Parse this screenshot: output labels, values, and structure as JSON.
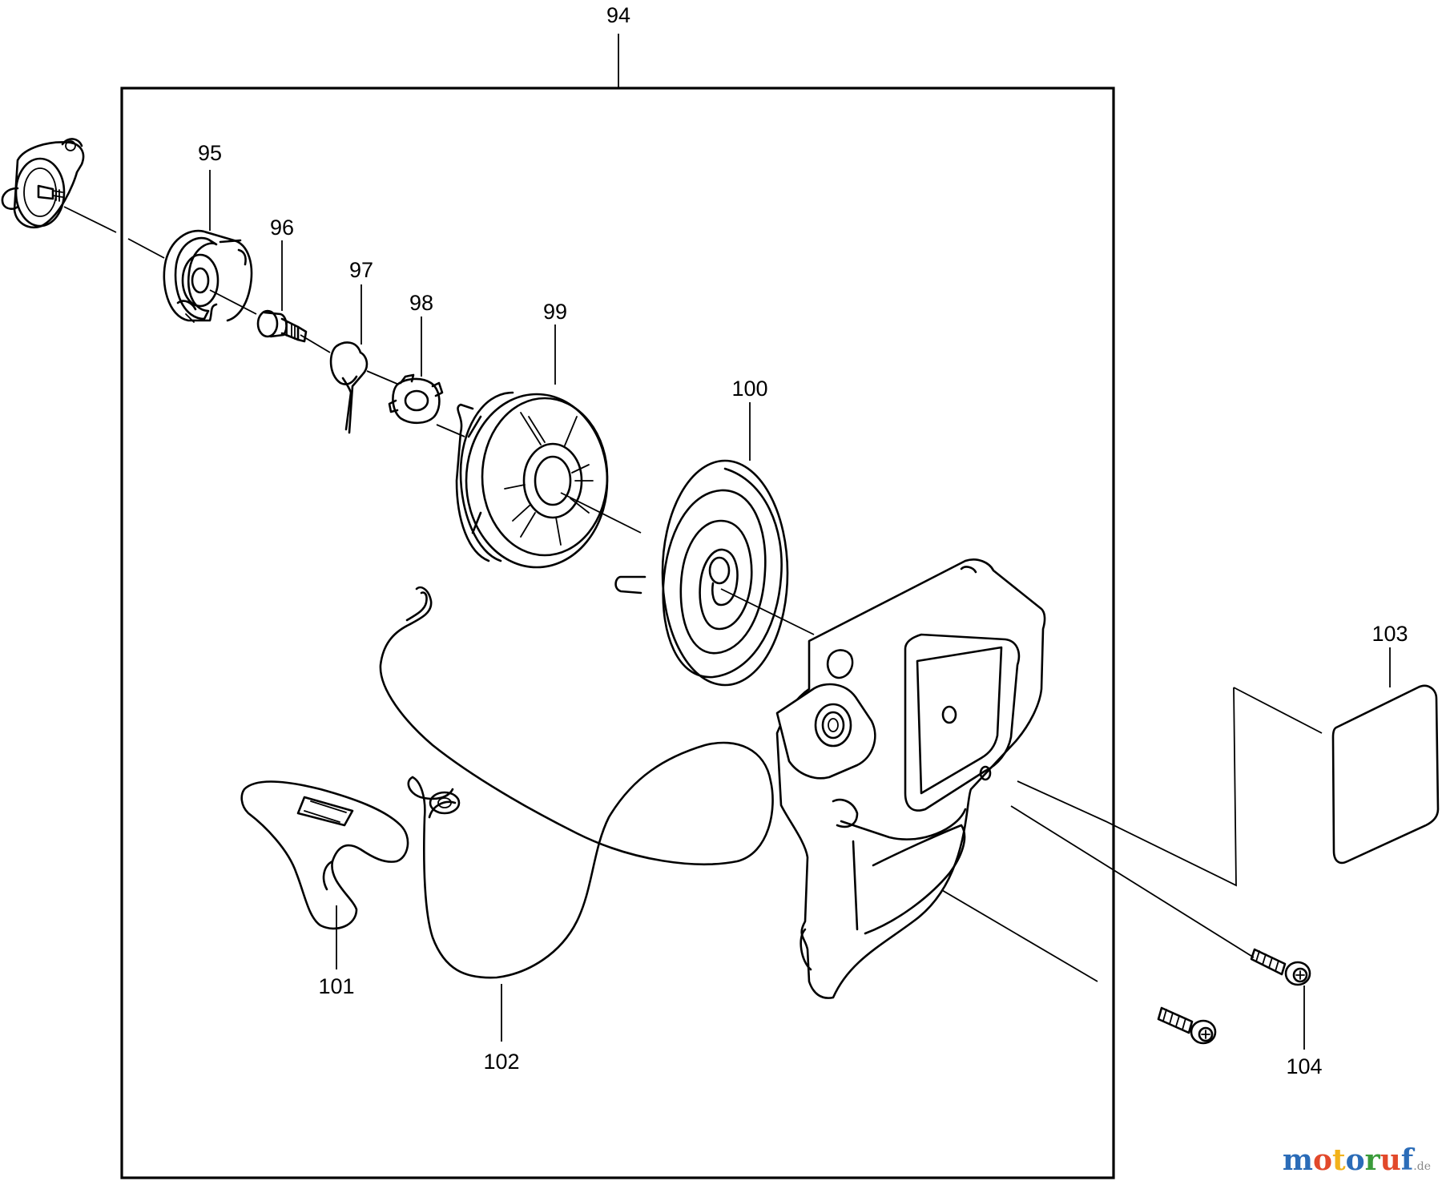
{
  "diagram": {
    "callouts": [
      {
        "id": "94",
        "label": "94"
      },
      {
        "id": "95",
        "label": "95"
      },
      {
        "id": "96",
        "label": "96"
      },
      {
        "id": "97",
        "label": "97"
      },
      {
        "id": "98",
        "label": "98"
      },
      {
        "id": "99",
        "label": "99"
      },
      {
        "id": "100",
        "label": "100"
      },
      {
        "id": "101",
        "label": "101"
      },
      {
        "id": "102",
        "label": "102"
      },
      {
        "id": "103",
        "label": "103"
      },
      {
        "id": "104",
        "label": "104"
      }
    ]
  },
  "watermark": {
    "letters": [
      "m",
      "o",
      "t",
      "o",
      "r",
      "u",
      "f"
    ],
    "letter_colors": [
      "#2b6cb8",
      "#e2492b",
      "#f2b21b",
      "#2b6cb8",
      "#3a9b3a",
      "#e2492b",
      "#2b6cb8"
    ],
    "suffix": ".de"
  }
}
